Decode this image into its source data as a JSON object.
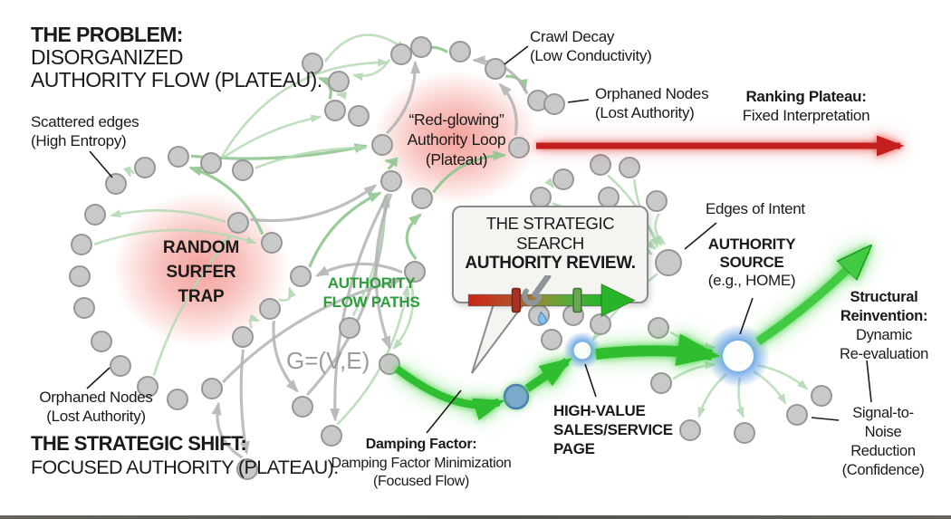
{
  "diagram": {
    "problem_title": {
      "l1": "THE PROBLEM:",
      "l2": "DISORGANIZED",
      "l3": "AUTHORITY FLOW (PLATEAU)."
    },
    "shift_title": {
      "l1": "THE STRATEGIC SHIFT:",
      "l2": "FOCUSED AUTHORITY (PLATEAU)."
    },
    "callout": {
      "l1": "THE STRATEGIC SEARCH",
      "l2": "AUTHORITY REVIEW."
    },
    "labels": {
      "scattered_edges": {
        "l1": "Scattered edges",
        "l2": "(High Entropy)"
      },
      "random_surfer_trap": {
        "l1": "RANDOM",
        "l2": "SURFER",
        "l3": "TRAP"
      },
      "authority_loop": {
        "l1": "“Red-glowing”",
        "l2": "Authority Loop",
        "l3": "(Plateau)"
      },
      "crawl_decay": {
        "l1": "Crawl Decay",
        "l2": "(Low Conductivity)"
      },
      "orphaned_nodes_top": {
        "l1": "Orphaned Nodes",
        "l2": "(Lost Authority)"
      },
      "ranking_plateau": {
        "l1": "Ranking Plateau:",
        "l2": "Fixed Interpretation"
      },
      "authority_flow_paths": {
        "l1": "AUTHORITY",
        "l2": "FLOW PATHS"
      },
      "edges_of_intent": "Edges of Intent",
      "authority_source": {
        "l1": "AUTHORITY",
        "l2": "SOURCE",
        "l3": "(e.g., HOME)"
      },
      "structural_reinvention": {
        "l1": "Structural",
        "l2": "Reinvention:",
        "l3": "Dynamic",
        "l4": "Re-evaluation"
      },
      "signal_to_noise": {
        "l1": "Signal-to-",
        "l2": "Noise",
        "l3": "Reduction",
        "l4": "(Confidence)"
      },
      "graph_notation": "G=(V,E)",
      "damping_factor": {
        "l1": "Damping Factor:",
        "l2": "Damping Factor Minimization",
        "l3": "(Focused Flow)"
      },
      "high_value_page": {
        "l1": "HIGH-VALUE",
        "l2": "SALES/SERVICE",
        "l3": "PAGE"
      },
      "orphaned_nodes_bottom": {
        "l1": "Orphaned Nodes",
        "l2": "(Lost Authority)"
      }
    },
    "colors": {
      "red_arrow": "#c41f1f",
      "bright_green": "#2fbe2f",
      "big_green_arrow": "#43ca43",
      "edge_light_green": "#b4dab4",
      "edge_green": "#8fc78f",
      "edge_gray": "#b3b3b3",
      "node_fill": "#c9c9c9",
      "node_stroke": "#979797",
      "blue_node_fill": "#7ca9d1",
      "blue_node_stroke": "#4b7fae",
      "glow_red": "#ee6a5f",
      "glow_blue": "#4a90e2",
      "label_green": "#2e9c3c",
      "notation_gray": "#9b9b9b",
      "text": "#1a1a1a"
    }
  }
}
